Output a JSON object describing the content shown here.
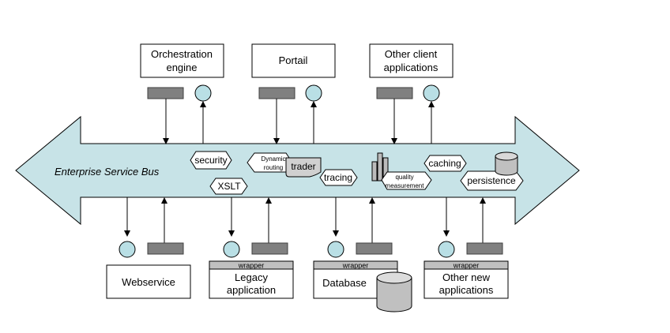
{
  "bus": {
    "label": "Enterprise Service Bus"
  },
  "top_nodes": {
    "orchestration": {
      "line1": "Orchestration",
      "line2": "engine"
    },
    "portail": {
      "label": "Portail"
    },
    "other_client": {
      "line1": "Other client",
      "line2": "applications"
    }
  },
  "bottom_nodes": {
    "webservice": {
      "label": "Webservice"
    },
    "legacy": {
      "line1": "Legacy",
      "line2": "application",
      "wrapper": "wrapper"
    },
    "database": {
      "label": "Database",
      "wrapper": "wrapper"
    },
    "other_new": {
      "line1": "Other new",
      "line2": "applications",
      "wrapper": "wrapper"
    }
  },
  "services": {
    "security": "security",
    "xslt": "XSLT",
    "dynamic_routing_1": "Dynamic",
    "dynamic_routing_2": "routing",
    "trader": "trader",
    "tracing": "tracing",
    "quality_1": "quality",
    "quality_2": "measurement",
    "caching": "caching",
    "persistence": "persistence"
  },
  "colors": {
    "bus_fill": "#c7e3e7",
    "circle_fill": "#b9dfe5",
    "bar_fill": "#808080",
    "wrapper_fill": "#c0c0c0"
  }
}
